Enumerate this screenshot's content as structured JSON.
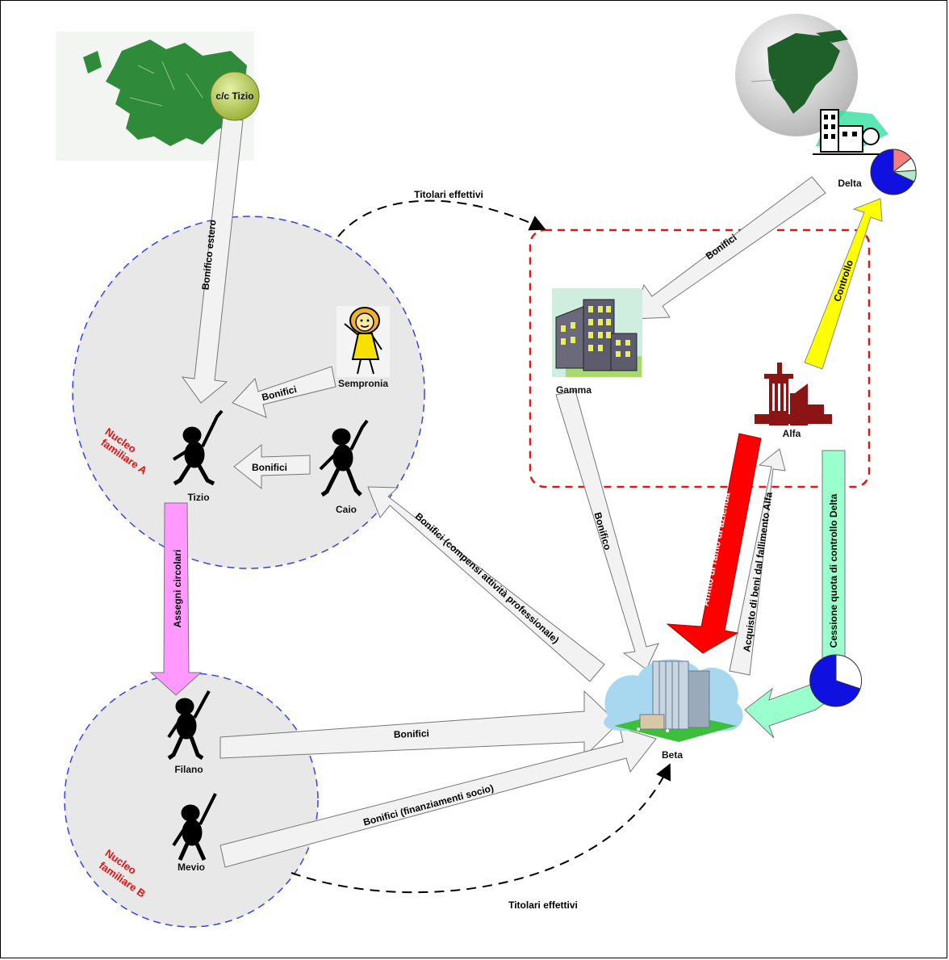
{
  "nodes": {
    "cc_tizio": "c/c Tizio",
    "delta": "Delta",
    "gamma": "Gamma",
    "alfa": "Alfa",
    "sempronia": "Sempronia",
    "tizio": "Tizio",
    "caio": "Caio",
    "filano": "Filano",
    "mevio": "Mevio",
    "beta": "Beta"
  },
  "groups": {
    "nucleo_a_line1": "Nucleo",
    "nucleo_a_line2": "familiare A",
    "nucleo_b_line1": "Nucleo",
    "nucleo_b_line2": "familiare B"
  },
  "arrows": {
    "bonifico_estero": "Bonifico estero",
    "bonifici_sempronia": "Bonifici",
    "bonifici_caio": "Bonifici",
    "assegni_circolari": "Assegni circolari",
    "bonifici_delta_gamma": "Bonifici",
    "controllo": "Controllo",
    "bonifico_gamma_beta": "Bonifico",
    "affitto": "Affitto di ramo di azienda",
    "acquisto": "Acquisto di beni dal fallimento Alfa",
    "cessione": "Cessione quota di controllo Delta",
    "compensi": "Bonifici (compensi attività professionale)",
    "bonifici_filano": "Bonifici",
    "finanziamenti": "Bonifici (finanziamenti socio)",
    "titolari_top": "Titolari effettivi",
    "titolari_bottom": "Titolari effettivi"
  },
  "colors": {
    "arrow_grey": "#f2f2f2",
    "affitto": "#ff0000",
    "controllo": "#ffff00",
    "assegni": "#ff99ff",
    "cessione": "#99ffcc",
    "group_fill": "#e8e8e8",
    "group_border": "#3344ee",
    "dashed_box": "#ee1111"
  }
}
